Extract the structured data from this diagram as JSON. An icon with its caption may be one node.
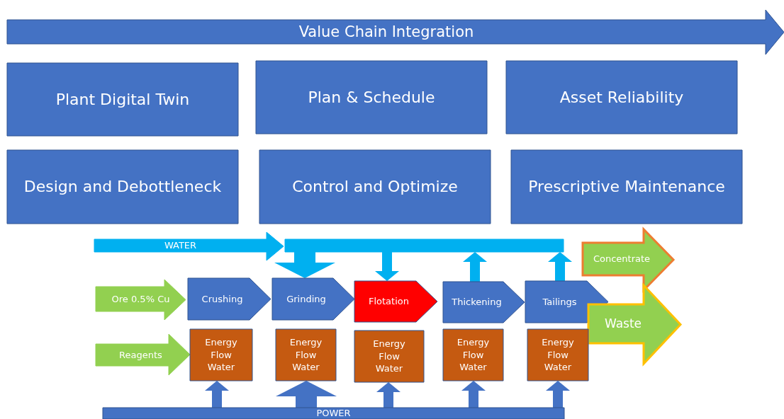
{
  "diagram": {
    "nodes": [
      {
        "text": [
          "Value Chain Integration"
        ]
      },
      {
        "text": [
          "Plant Digital Twin"
        ]
      },
      {
        "text": [
          "Plan & Schedule"
        ]
      },
      {
        "text": [
          "Asset Reliability"
        ]
      },
      {
        "text": [
          "Design and Debottleneck"
        ]
      },
      {
        "text": [
          "Control and Optimize"
        ]
      },
      {
        "text": [
          "Prescriptive Maintenance"
        ]
      },
      {
        "text": [
          "WATER"
        ]
      },
      {
        "text": [],
        "shape": "bar"
      },
      {
        "text": [
          "Ore 0.5% Cu"
        ]
      },
      {
        "text": [
          "Crushing"
        ]
      },
      {
        "text": [
          "Grinding"
        ]
      },
      {
        "text": [
          "Flotation"
        ]
      },
      {
        "text": [
          "Thickening"
        ]
      },
      {
        "text": [
          "Tailings"
        ]
      },
      {
        "text": [
          "Concentrate"
        ]
      },
      {
        "text": [
          "Waste"
        ]
      },
      {
        "text": [
          "Reagents"
        ]
      },
      {
        "text": [
          "Energy Flow Water"
        ]
      },
      {
        "text": [
          "Energy Flow Water"
        ]
      },
      {
        "text": [
          "Energy Flow Water"
        ]
      },
      {
        "text": [
          "Energy Flow Water"
        ]
      },
      {
        "text": [
          "Energy Flow Water"
        ]
      },
      {
        "text": [
          "POWER"
        ]
      }
    ],
    "edges": [
      {
        "from": 8,
        "to": 11,
        "arrow": "to",
        "style": "thick",
        "color": "#00b0f0"
      },
      {
        "from": 8,
        "to": 12,
        "arrow": "to",
        "color": "#00b0f0"
      },
      {
        "from": 13,
        "to": 8,
        "arrow": "to",
        "color": "#00b0f0"
      },
      {
        "from": 14,
        "to": 8,
        "arrow": "to",
        "color": "#00b0f0"
      },
      {
        "from": 23,
        "to": 18,
        "arrow": "to"
      },
      {
        "from": 23,
        "to": 19,
        "arrow": "to",
        "style": "thick"
      },
      {
        "from": 23,
        "to": 20,
        "arrow": "to"
      },
      {
        "from": 23,
        "to": 21,
        "arrow": "to"
      },
      {
        "from": 23,
        "to": 22,
        "arrow": "to"
      }
    ]
  }
}
